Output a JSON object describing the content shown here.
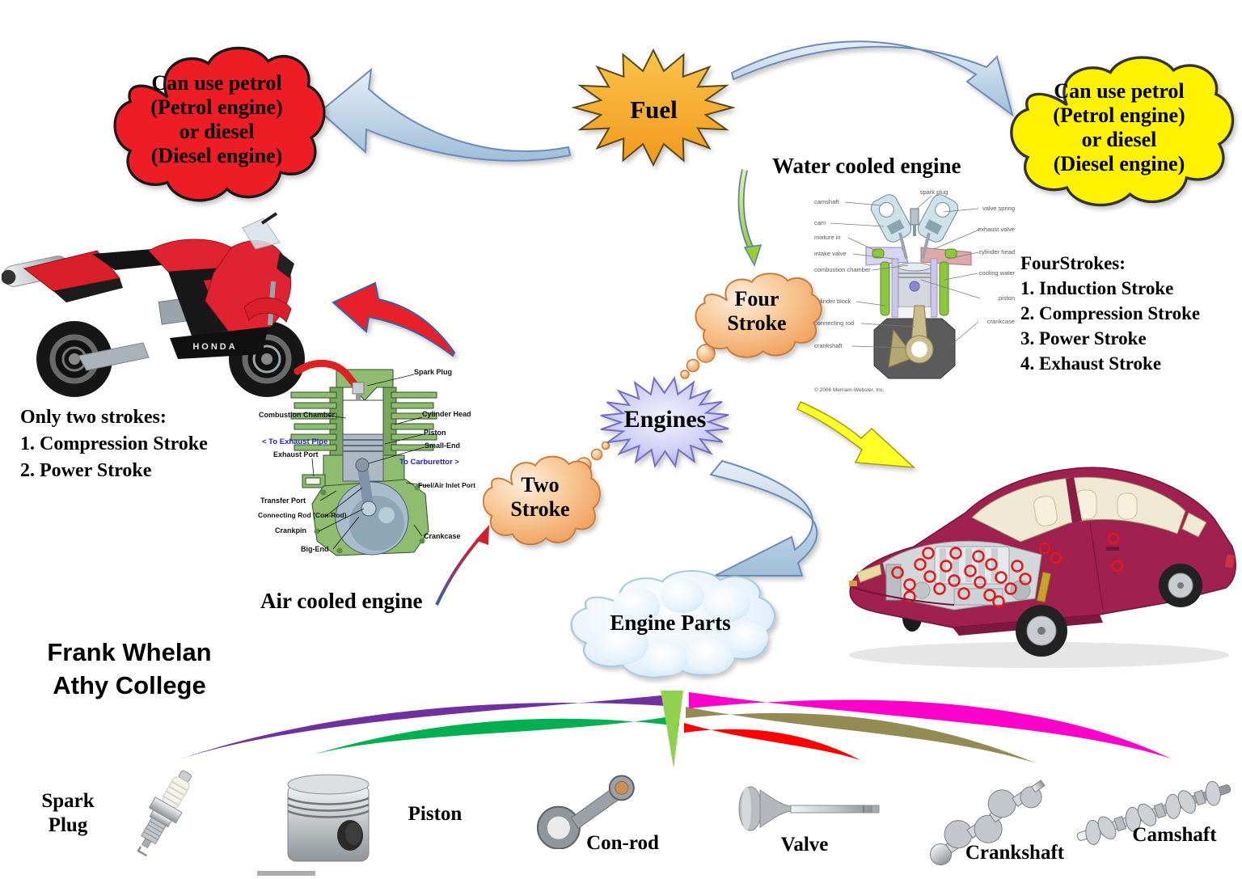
{
  "center": {
    "fuel": "Fuel",
    "engines": "Engines"
  },
  "clouds": {
    "petrol_left": {
      "color": "#ee1c24",
      "lines": [
        "Can use petrol",
        "(Petrol engine)",
        "or diesel",
        "(Diesel engine)"
      ]
    },
    "petrol_right": {
      "color": "#fff200",
      "lines": [
        "Can use petrol",
        "(Petrol engine)",
        "or diesel",
        "(Diesel engine)"
      ]
    },
    "four_stroke": {
      "lines": [
        "Four",
        "Stroke"
      ]
    },
    "two_stroke": {
      "lines": [
        "Two",
        "Stroke"
      ]
    },
    "engine_parts": {
      "label": "Engine Parts"
    }
  },
  "captions": {
    "water_cooled": "Water cooled engine",
    "air_cooled": "Air cooled engine"
  },
  "credits": {
    "line1": "Frank Whelan",
    "line2": "Athy College"
  },
  "notes": {
    "two_stroke": {
      "title": "Only two strokes:",
      "items": [
        "1. Compression Stroke",
        "2. Power Stroke"
      ]
    },
    "four_stroke": {
      "title": "FourStrokes:",
      "items": [
        "1. Induction Stroke",
        "2. Compression Stroke",
        "3. Power Stroke",
        "4. Exhaust Stroke"
      ]
    }
  },
  "water_engine": {
    "left": [
      "camshaft",
      "cam",
      "mixture in",
      "intake valve",
      "combustion chamber",
      "cylinder block",
      "connecting rod",
      "crankshaft"
    ],
    "right": [
      "spark plug",
      "valve spring",
      "exhaust valve",
      "cylinder head",
      "cooling water",
      "piston",
      "crankcase"
    ],
    "copyright": "© 2006 Merriam-Webster, Inc."
  },
  "air_engine": {
    "left": [
      "Combustion Chamber",
      "< To Exhaust Pipe",
      "Exhaust Port",
      "Transfer Port",
      "Connecting Rod (Con-Rod)",
      "Crankpin",
      "Big-End"
    ],
    "right": [
      "Spark Plug",
      "Cylinder Head",
      "Piston",
      "Small-End",
      "To Carburettor >",
      "Fuel/Air Inlet Port",
      "Crankcase"
    ]
  },
  "parts": [
    {
      "name": "Spark Plug"
    },
    {
      "name": "Piston"
    },
    {
      "name": "Con-rod"
    },
    {
      "name": "Valve"
    },
    {
      "name": "Crankshaft"
    },
    {
      "name": "Camshaft"
    }
  ],
  "motorcycle": {
    "brand": "HONDA"
  },
  "colors": {
    "fan": [
      "#7030a0",
      "#00b050",
      "#92d050",
      "#ff0000",
      "#948a54",
      "#ff00cc"
    ],
    "arrow_blue": "#b9cde5",
    "arrow_red": "#e8202a",
    "arrow_yellow": "#ffff29",
    "cloud_orange": "#f5a55f",
    "star_gold": "#f7a824",
    "star_lavender": "#a6a6e4"
  }
}
